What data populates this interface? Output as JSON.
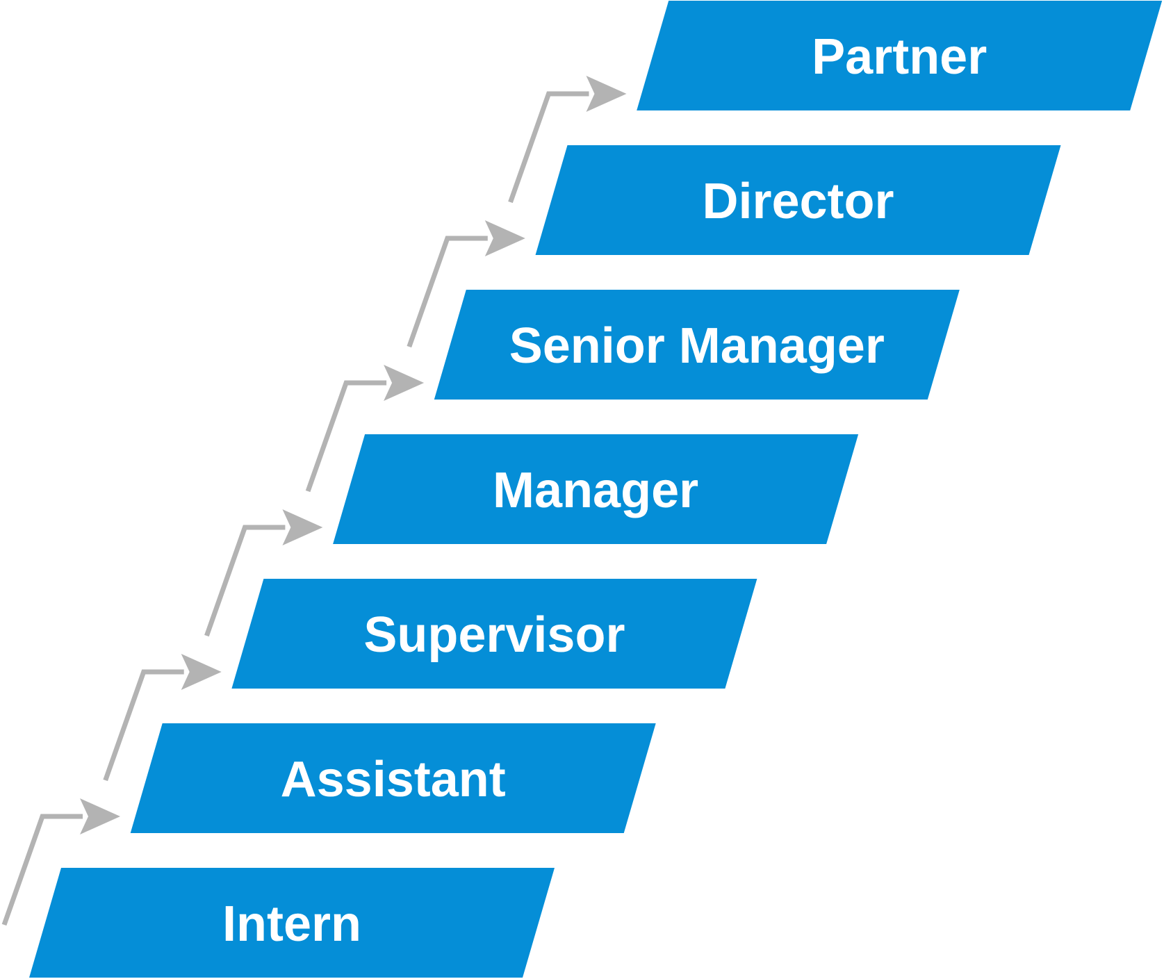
{
  "colors": {
    "step_fill": "#058ED7",
    "arrow": "#B3B3B3",
    "label_text": "#FFFFFF",
    "background": "#FFFFFF"
  },
  "icons": [
    "arrow-right-icon"
  ],
  "diagram": {
    "steps": [
      {
        "label": "Intern"
      },
      {
        "label": "Assistant"
      },
      {
        "label": "Supervisor"
      },
      {
        "label": "Manager"
      },
      {
        "label": "Senior Manager"
      },
      {
        "label": "Director"
      },
      {
        "label": "Partner"
      }
    ]
  }
}
